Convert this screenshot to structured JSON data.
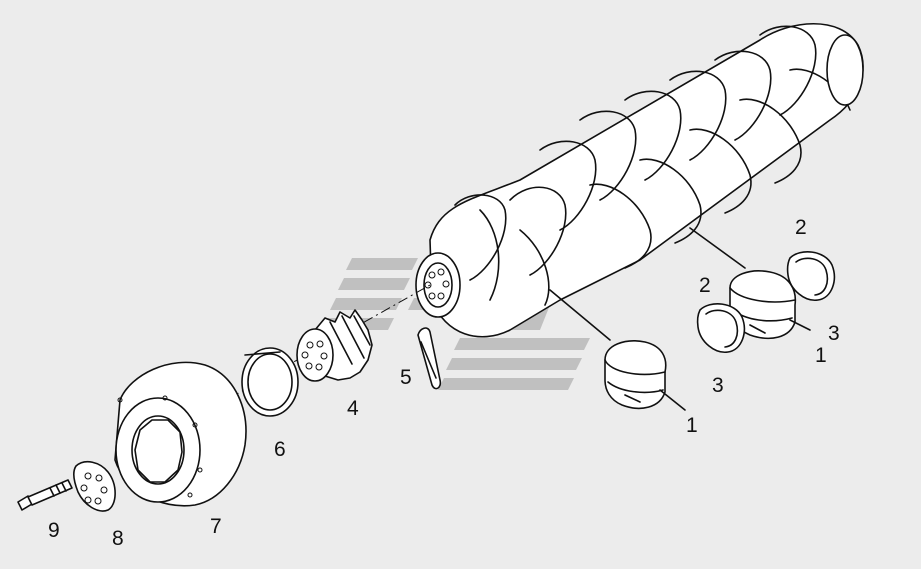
{
  "diagram": {
    "labels": {
      "bearing_shell_main": "1",
      "bearing_shell_upper": "1",
      "thrust_ring_upper": "2",
      "thrust_ring_lower": "2",
      "thrust_ring_right": "3",
      "thrust_ring_left": "3",
      "gear": "4",
      "key": "5",
      "seal_ring": "6",
      "damper": "7",
      "washer": "8",
      "bolt": "9"
    },
    "colors": {
      "background": "#ececec",
      "line": "#111111",
      "part_fill": "#ffffff",
      "watermark": "#b9b9b9"
    }
  }
}
